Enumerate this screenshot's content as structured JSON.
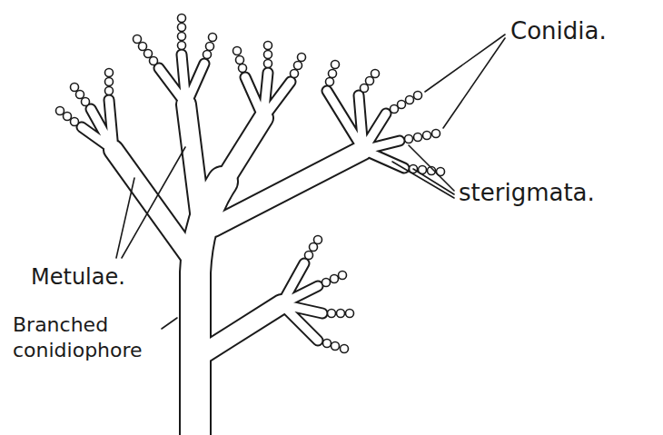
{
  "diagram": {
    "labels": [
      "Conidia.",
      "sterigmata.",
      "Metulae.",
      "Branched conidiophore"
    ]
  }
}
